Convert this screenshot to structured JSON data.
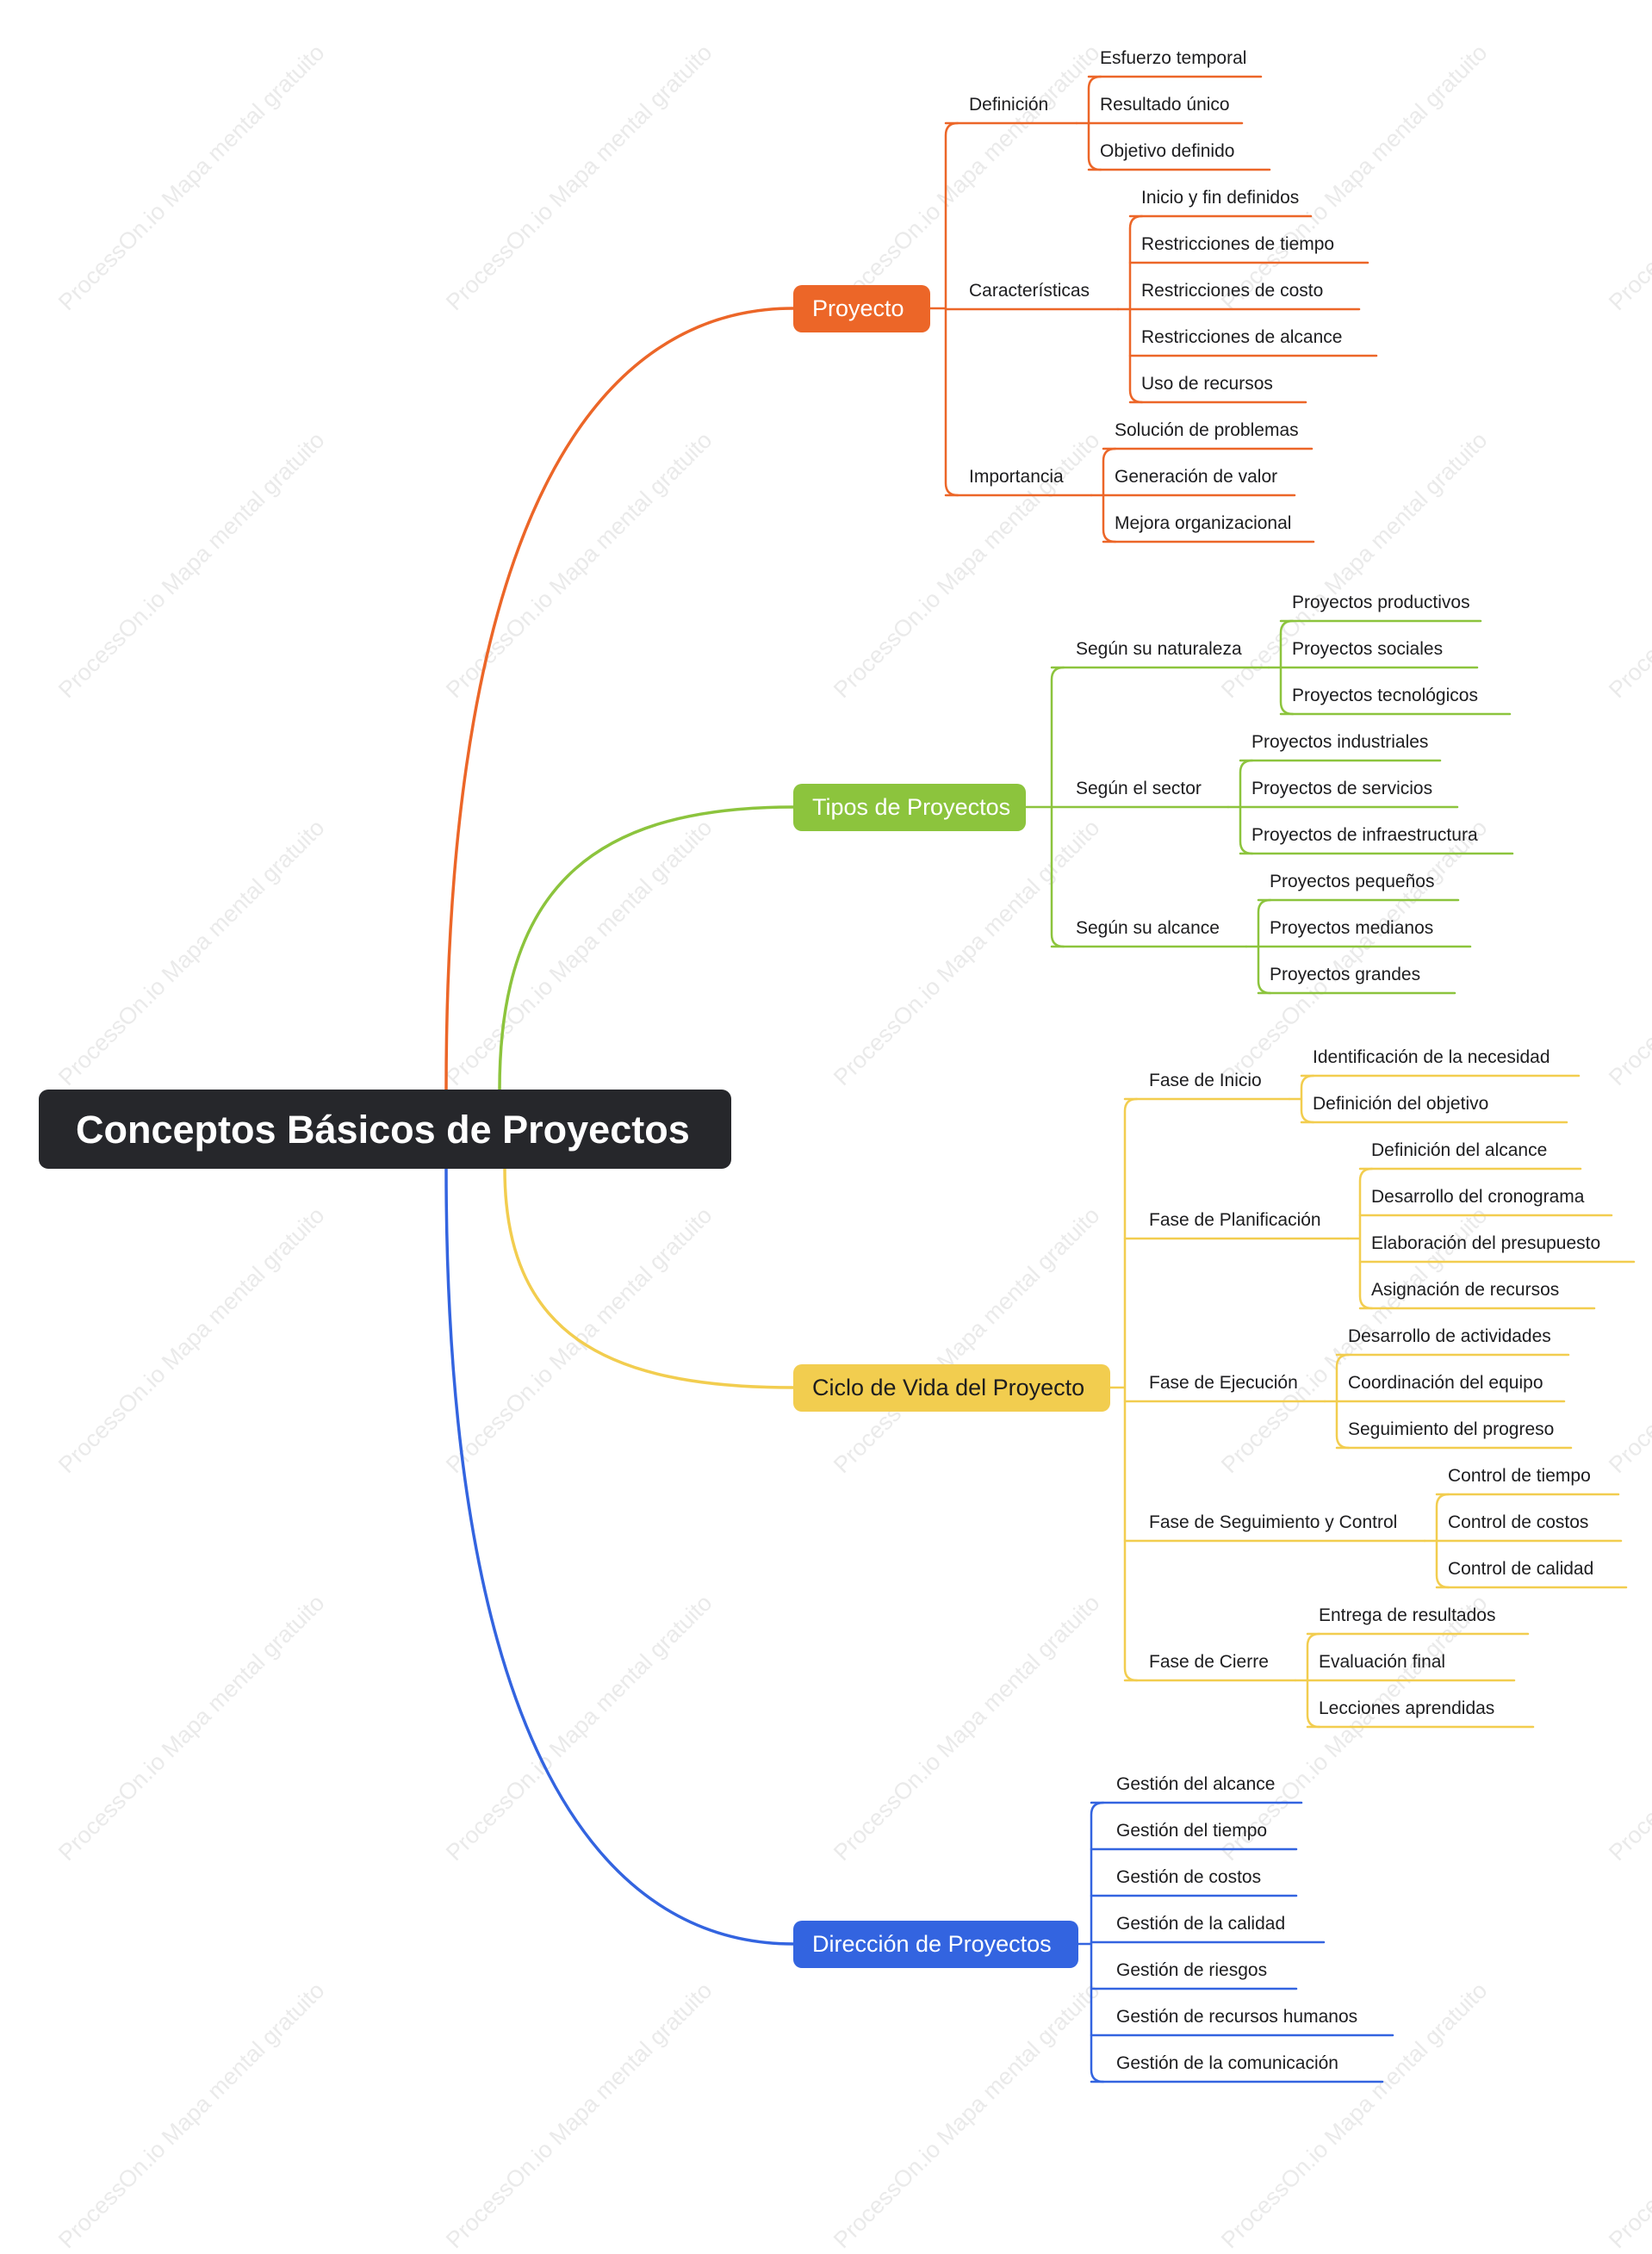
{
  "root": {
    "label": "Conceptos Básicos de Proyectos"
  },
  "watermark": "ProcessOn.io Mapa mental gratuito",
  "branches": [
    {
      "label": "Proyecto",
      "color": "#ec6628",
      "subs": [
        {
          "label": "Definición",
          "children": [
            "Esfuerzo temporal",
            "Resultado único",
            "Objetivo definido"
          ]
        },
        {
          "label": "Características",
          "children": [
            "Inicio y fin definidos",
            "Restricciones de tiempo",
            "Restricciones de costo",
            "Restricciones de alcance",
            "Uso de recursos"
          ]
        },
        {
          "label": "Importancia",
          "children": [
            "Solución de problemas",
            "Generación de valor",
            "Mejora organizacional"
          ]
        }
      ]
    },
    {
      "label": "Tipos de Proyectos",
      "color": "#8cc43d",
      "subs": [
        {
          "label": "Según su naturaleza",
          "children": [
            "Proyectos productivos",
            "Proyectos sociales",
            "Proyectos tecnológicos"
          ]
        },
        {
          "label": "Según el sector",
          "children": [
            "Proyectos industriales",
            "Proyectos de servicios",
            "Proyectos de infraestructura"
          ]
        },
        {
          "label": "Según su alcance",
          "children": [
            "Proyectos pequeños",
            "Proyectos medianos",
            "Proyectos grandes"
          ]
        }
      ]
    },
    {
      "label": "Ciclo de Vida del Proyecto",
      "color": "#f2cd4f",
      "subs": [
        {
          "label": "Fase de Inicio",
          "children": [
            "Identificación de la necesidad",
            "Definición del objetivo"
          ]
        },
        {
          "label": "Fase de Planificación",
          "children": [
            "Definición del alcance",
            "Desarrollo del cronograma",
            "Elaboración del presupuesto",
            "Asignación de recursos"
          ]
        },
        {
          "label": "Fase de Ejecución",
          "children": [
            "Desarrollo de actividades",
            "Coordinación del equipo",
            "Seguimiento del progreso"
          ]
        },
        {
          "label": "Fase de Seguimiento y Control",
          "children": [
            "Control de tiempo",
            "Control de costos",
            "Control de calidad"
          ]
        },
        {
          "label": "Fase de Cierre",
          "children": [
            "Entrega de resultados",
            "Evaluación final",
            "Lecciones aprendidas"
          ]
        }
      ]
    },
    {
      "label": "Dirección de Proyectos",
      "color": "#3364e0",
      "subs": [
        {
          "label": "Gestión del alcance",
          "children": []
        },
        {
          "label": "Gestión del tiempo",
          "children": []
        },
        {
          "label": "Gestión de costos",
          "children": []
        },
        {
          "label": "Gestión de la calidad",
          "children": []
        },
        {
          "label": "Gestión de riesgos",
          "children": []
        },
        {
          "label": "Gestión de recursos humanos",
          "children": []
        },
        {
          "label": "Gestión de la comunicación",
          "children": []
        }
      ]
    }
  ]
}
